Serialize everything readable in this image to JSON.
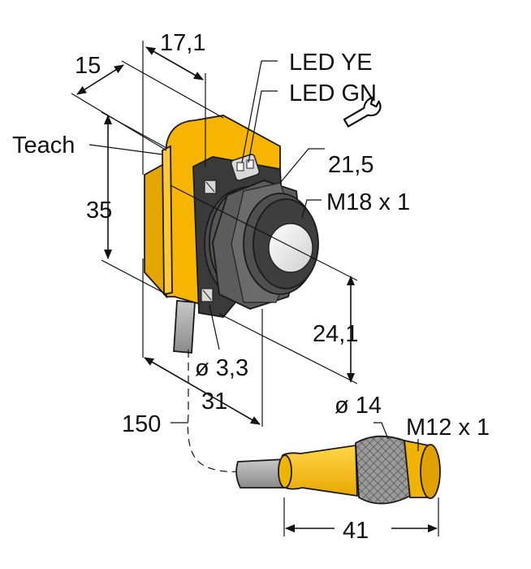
{
  "labels": {
    "dim_17_1": "17,1",
    "dim_15": "15",
    "led_ye": "LED YE",
    "led_gn": "LED GN",
    "teach": "Teach",
    "wrench_size": "21,5",
    "thread_m18": "M18 x 1",
    "dim_35": "35",
    "dim_24_1": "24,1",
    "dia_3_3": "ø 3,3",
    "dim_31": "31",
    "dia_14": "ø 14",
    "dim_150": "150",
    "thread_m12": "M12 x 1",
    "dim_41": "41"
  },
  "icons": {
    "wrench": "wrench-icon"
  },
  "colors": {
    "housing_yellow": "#f7b500",
    "housing_dark": "#3a3a3a",
    "nut_grey": "#5c5c5c",
    "lens": "#e8e8e8",
    "cable_grey": "#a8a8a8",
    "connector_yellow": "#f7c200",
    "knurl_grey": "#9a9a9a"
  }
}
